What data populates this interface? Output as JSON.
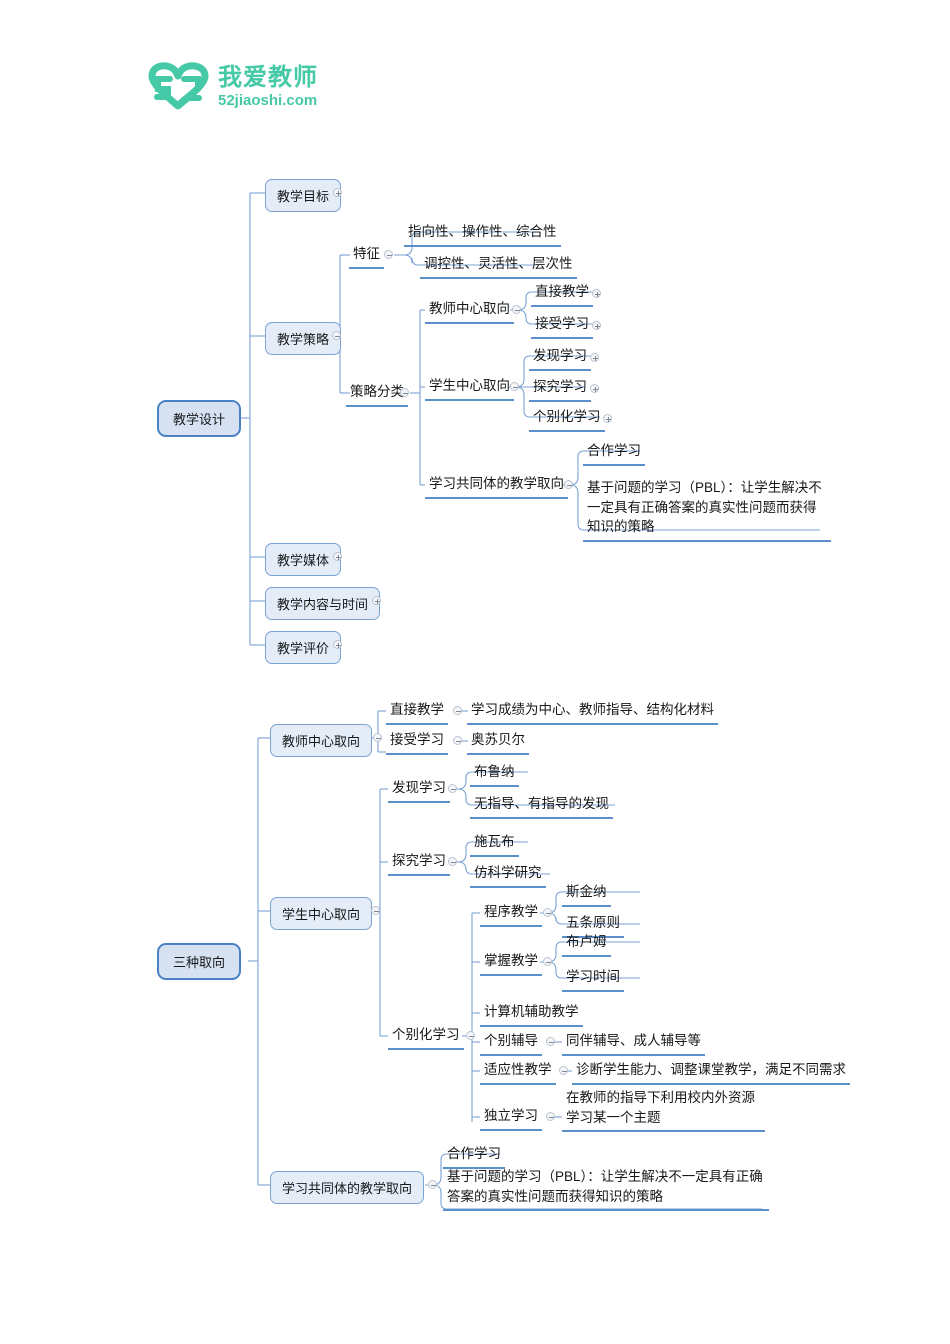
{
  "logo": {
    "mark_icon": "52-heart-logo-icon",
    "cn_text": "我爱教师",
    "en_text": "52jiaoshi.com",
    "brand_color": "#46c9a6"
  },
  "theme": {
    "root_border": "#4a81c4",
    "root_fill": "#d6e2f2",
    "box_border": "#7ba3d4",
    "box_fill": "#e4ecf7",
    "link_color": "#7ba3d4",
    "underline_color": "#5b8fcb",
    "text_color": "#16181a"
  },
  "maps": [
    {
      "id": "map-instructional-design",
      "root": "教学设计",
      "branches": [
        {
          "label": "教学目标",
          "handle": "plus"
        },
        {
          "label": "教学策略",
          "handle": "minus",
          "children": [
            {
              "label": "特征",
              "handle": "minus",
              "children": [
                {
                  "label": "指向性、操作性、综合性"
                },
                {
                  "label": "调控性、灵活性、层次性"
                }
              ]
            },
            {
              "label": "策略分类",
              "handle": "minus",
              "children": [
                {
                  "label": "教师中心取向",
                  "handle": "minus",
                  "children": [
                    {
                      "label": "直接教学",
                      "handle": "plus"
                    },
                    {
                      "label": "接受学习",
                      "handle": "plus"
                    }
                  ]
                },
                {
                  "label": "学生中心取向",
                  "handle": "minus",
                  "children": [
                    {
                      "label": "发现学习",
                      "handle": "plus"
                    },
                    {
                      "label": "探究学习",
                      "handle": "plus"
                    },
                    {
                      "label": "个别化学习",
                      "handle": "plus"
                    }
                  ]
                },
                {
                  "label": "学习共同体的教学取向",
                  "handle": "minus",
                  "children": [
                    {
                      "label": "合作学习"
                    },
                    {
                      "label": "基于问题的学习（PBL）：让学生解决不一定具有正确答案的真实性问题而获得知识的策略"
                    }
                  ]
                }
              ]
            }
          ]
        },
        {
          "label": "教学媒体",
          "handle": "plus"
        },
        {
          "label": "教学内容与时间",
          "handle": "plus"
        },
        {
          "label": "教学评价",
          "handle": "plus"
        }
      ]
    },
    {
      "id": "map-three-orientations",
      "root": "三种取向",
      "branches": [
        {
          "label": "教师中心取向",
          "handle": "minus",
          "children": [
            {
              "label": "直接教学",
              "handle": "minus",
              "children": [
                {
                  "label": "学习成绩为中心、教师指导、结构化材料"
                }
              ]
            },
            {
              "label": "接受学习",
              "handle": "minus",
              "children": [
                {
                  "label": "奥苏贝尔"
                }
              ]
            }
          ]
        },
        {
          "label": "学生中心取向",
          "handle": "minus",
          "children": [
            {
              "label": "发现学习",
              "handle": "minus",
              "children": [
                {
                  "label": "布鲁纳"
                },
                {
                  "label": "无指导、有指导的发现"
                }
              ]
            },
            {
              "label": "探究学习",
              "handle": "minus",
              "children": [
                {
                  "label": "施瓦布"
                },
                {
                  "label": "仿科学研究"
                }
              ]
            },
            {
              "label": "个别化学习",
              "handle": "minus",
              "children": [
                {
                  "label": "程序教学",
                  "handle": "minus",
                  "children": [
                    {
                      "label": "斯金纳"
                    },
                    {
                      "label": "五条原则"
                    }
                  ]
                },
                {
                  "label": "掌握教学",
                  "handle": "minus",
                  "children": [
                    {
                      "label": "布卢姆"
                    },
                    {
                      "label": "学习时间"
                    }
                  ]
                },
                {
                  "label": "计算机辅助教学"
                },
                {
                  "label": "个别辅导",
                  "handle": "minus",
                  "children": [
                    {
                      "label": "同伴辅导、成人辅导等"
                    }
                  ]
                },
                {
                  "label": "适应性教学",
                  "handle": "minus",
                  "children": [
                    {
                      "label": "诊断学生能力、调整课堂教学，满足不同需求"
                    }
                  ]
                },
                {
                  "label": "独立学习",
                  "handle": "minus",
                  "children": [
                    {
                      "label": "在教师的指导下利用校内外资源学习某一个主题"
                    }
                  ]
                }
              ]
            }
          ]
        },
        {
          "label": "学习共同体的教学取向",
          "handle": "minus",
          "children": [
            {
              "label": "合作学习"
            },
            {
              "label": "基于问题的学习（PBL）：让学生解决不一定具有正确答案的真实性问题而获得知识的策略"
            }
          ]
        }
      ]
    }
  ]
}
